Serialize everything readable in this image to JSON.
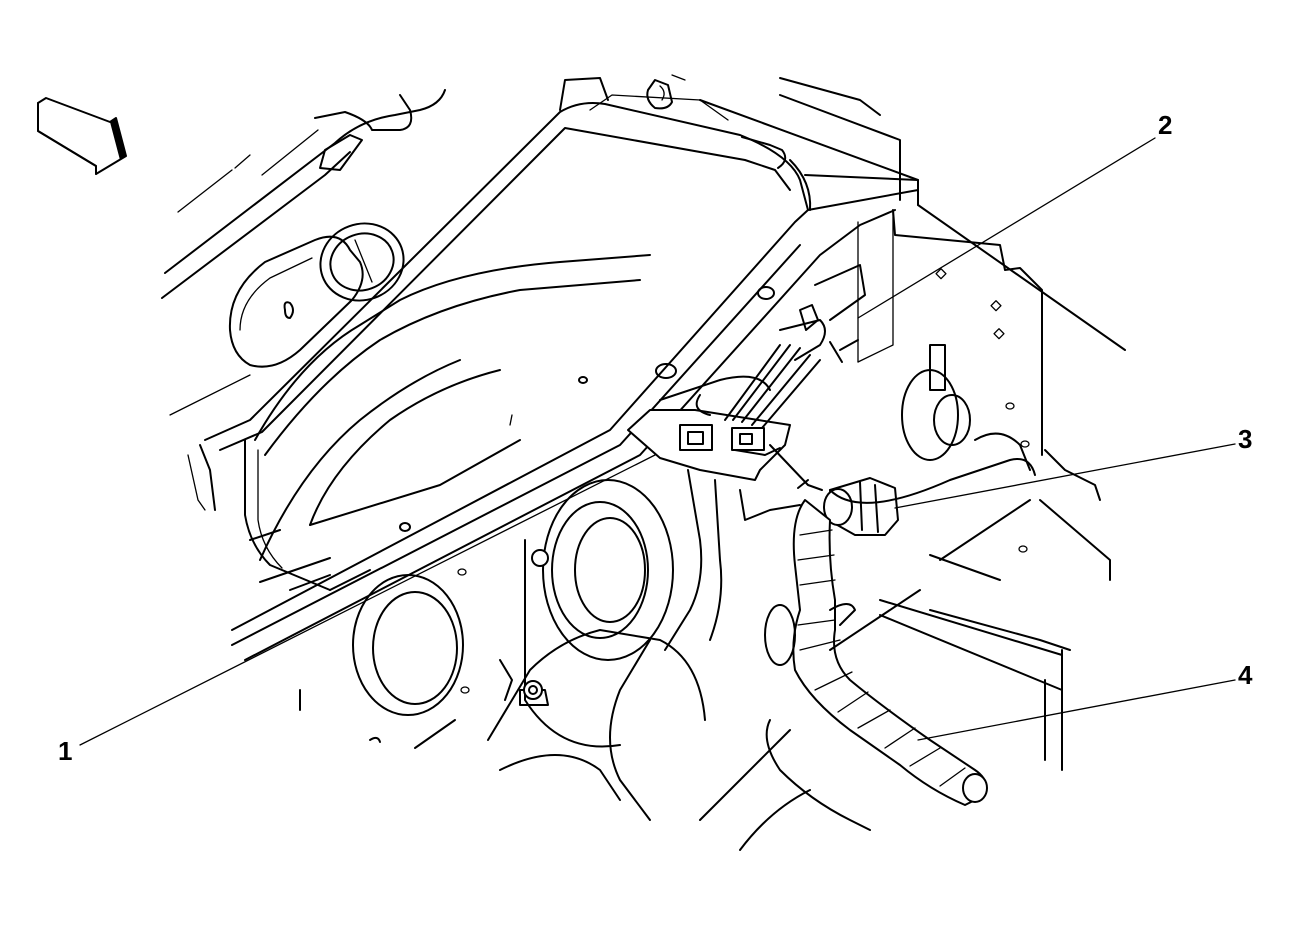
{
  "callouts": [
    {
      "id": "1",
      "label": "1"
    },
    {
      "id": "2",
      "label": "2"
    },
    {
      "id": "3",
      "label": "3"
    },
    {
      "id": "4",
      "label": "4"
    }
  ],
  "icons": {
    "direction_arrow": "forward-direction-arrow-icon"
  }
}
